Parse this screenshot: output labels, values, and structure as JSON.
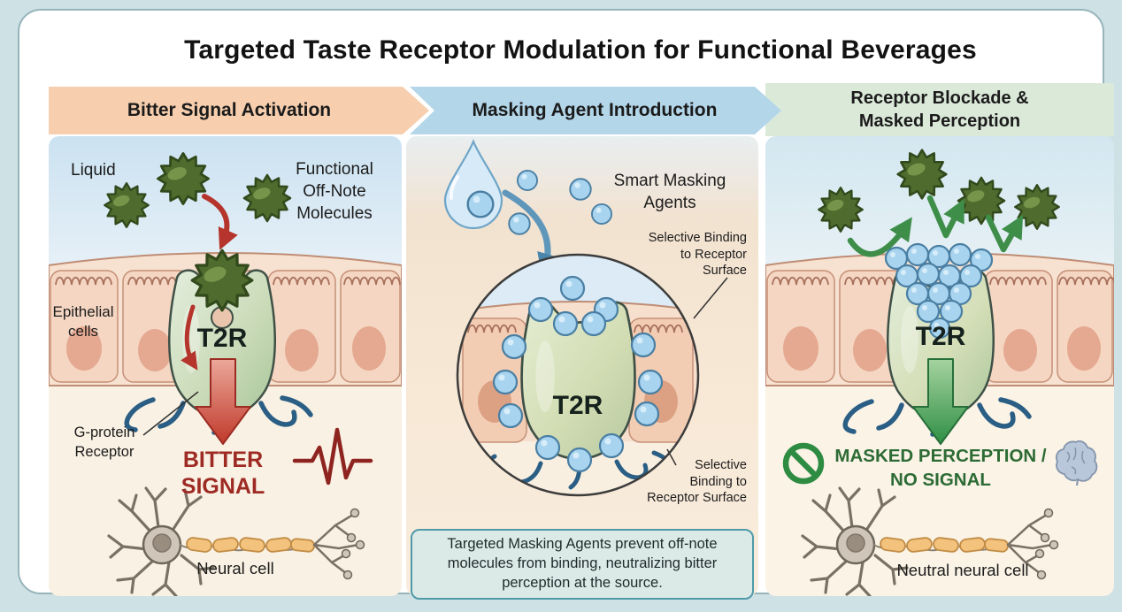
{
  "title": "Targeted Taste Receptor Modulation for Functional Beverages",
  "panels": {
    "bitter": {
      "header": "Bitter Signal Activation",
      "labels": {
        "liquid": "Liquid",
        "offnote_molecules": "Functional\nOff-Note\nMolecules",
        "epithelial": "Epithelial\ncells",
        "receptor": "T2R",
        "gprotein": "G-protein\nReceptor",
        "signal": "BITTER\nSIGNAL",
        "neural": "Neural cell"
      }
    },
    "masking": {
      "header": "Masking Agent Introduction",
      "labels": {
        "agents": "Smart Masking\nAgents",
        "binding_top": "Selective Binding\nto Receptor\nSurface",
        "receptor": "T2R",
        "binding_bottom": "Selective\nBinding to\nReceptor Surface",
        "caption": "Targeted Masking Agents prevent off-note molecules from binding, neutralizing bitter perception at the source."
      }
    },
    "blockade": {
      "header": "Receptor Blockade &\nMasked Perception",
      "labels": {
        "receptor": "T2R",
        "result": "MASKED PERCEPTION /\nNO SIGNAL",
        "neural": "Neutral neural cell"
      }
    }
  },
  "colors": {
    "background": "#cee1e5",
    "card": "#ffffff",
    "header_bitter": "#f7cfae",
    "header_masking": "#b3d6e9",
    "header_blockade": "#dbe9d9",
    "bitter_signal_text": "#9e2a24",
    "masked_text": "#2d6b35",
    "molecule_green": "#4f6c2e",
    "masking_agent_blue": "#a8d4ef",
    "receptor_green": "#c2d8b4",
    "gprotein_blue": "#2a5e85",
    "caption_bg": "#dbeae7",
    "caption_border": "#4f9aa8"
  }
}
